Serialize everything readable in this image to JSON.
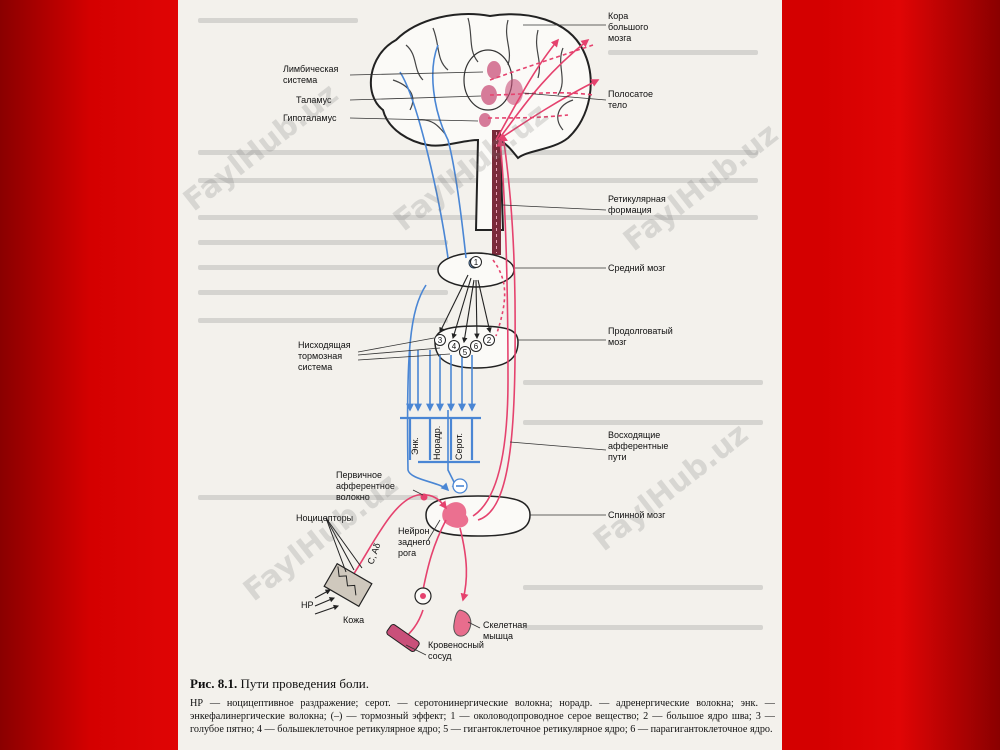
{
  "labels": {
    "cortex": "Кора большого мозга",
    "limbic": "Лимбическая система",
    "thalamus": "Таламус",
    "hypothalamus": "Гипоталамус",
    "striatum": "Полосатое тело",
    "reticular": "Ретикулярная формация",
    "midbrain": "Средний мозг",
    "medulla": "Продолговатый мозг",
    "descending": "Нисходящая тормозная система",
    "ascending": "Восходящие афферентные пути",
    "primary_afferent": "Первичное афферентное волокно",
    "nociceptors": "Ноцицепторы",
    "dorsal_horn": "Нейрон заднего рога",
    "fibers": "C, Aδ",
    "spinal_cord": "Спинной мозг",
    "hp": "НР",
    "skin": "Кожа",
    "skeletal_muscle": "Скелетная мышца",
    "blood_vessel": "Кровеносный сосуд",
    "enk": "Энк.",
    "noradr": "Норадр.",
    "serot": "Серот.",
    "inhibitory_sign": "⊖"
  },
  "nuclei": [
    "1",
    "2",
    "3",
    "4",
    "5",
    "6"
  ],
  "caption": {
    "figure_number": "Рис. 8.1.",
    "figure_title": "Пути проведения боли.",
    "legend": "НР — ноцицептивное раздражение; серот. — серотонинергические волокна; норадр. — адренергические волокна; энк. — энкефалинергические волокна; (–) — тормозный эффект; 1 — околоводопроводное серое вещество; 2 — большое ядро шва; 3 — голубое пятно; 4 — большеклеточное ретикулярное ядро; 5 — гигантоклеточное ретикулярное ядро; 6 — парагигантоклеточное ядро."
  },
  "watermark": "FaylHub.uz",
  "colors": {
    "background": "#d40000",
    "page": "#f3f1ec",
    "ascending_pathway": "#e5426e",
    "descending_pathway": "#4a86d4"
  }
}
